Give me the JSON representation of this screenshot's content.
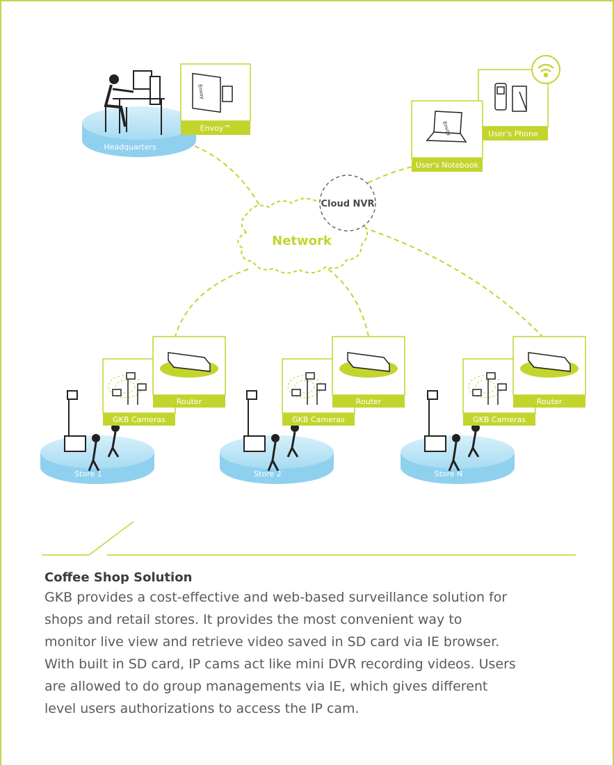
{
  "diagram": {
    "headquarters": {
      "base_label": "Headquarters",
      "device_label": "Envoy™",
      "device_print": "Envoy"
    },
    "notebook": {
      "label": "User's Notebook",
      "device_print": "Envoy"
    },
    "phone": {
      "label": "User's Phone"
    },
    "cloud_nvr": {
      "label": "Cloud NVR"
    },
    "network": {
      "label": "Network"
    },
    "stores": [
      {
        "base_label": "Store 1",
        "router_label": "Router",
        "cameras_label": "GKB Cameras"
      },
      {
        "base_label": "Store 2",
        "router_label": "Router",
        "cameras_label": "GKB Cameras"
      },
      {
        "base_label": "Store N",
        "router_label": "Router",
        "cameras_label": "GKB Cameras"
      }
    ],
    "colors": {
      "accent": "#c3d42d",
      "base": "#aee0f4",
      "base_dark": "#8fd0ee",
      "line": "#333333"
    }
  },
  "solution": {
    "title": "Coffee Shop Solution",
    "paragraph_lines": [
      "GKB provides a cost-effective and web-based surveillance solution for",
      "shops and retail stores. It provides the most convenient way to",
      "monitor live view and retrieve video saved in SD card via IE browser.",
      "With built in SD card, IP cams act like mini DVR recording videos. Users",
      "are allowed to do group managements via IE, which gives different",
      "level users authorizations to access the IP cam."
    ]
  }
}
